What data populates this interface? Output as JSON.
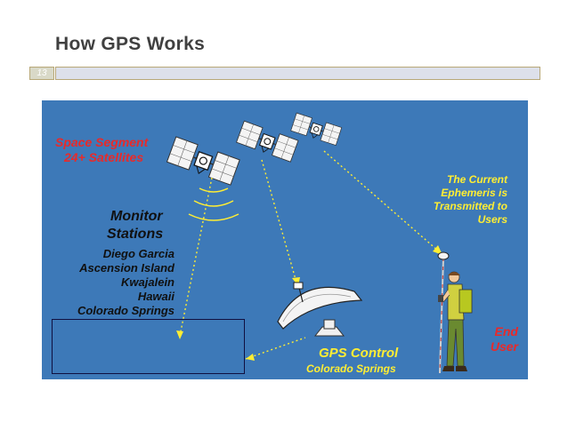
{
  "slide": {
    "title": "How GPS Works",
    "slide_number": "13"
  },
  "diagram": {
    "space_segment": {
      "line1": "Space Segment",
      "line2": "24+ Satellites"
    },
    "monitor_stations": {
      "line1": "Monitor",
      "line2": "Stations",
      "locations": [
        "Diego Garcia",
        "Ascension Island",
        "Kwajalein",
        "Hawaii",
        "Colorado Springs"
      ]
    },
    "ephemeris": {
      "lines": [
        "The Current",
        "Ephemeris is",
        "Transmitted to",
        "Users"
      ]
    },
    "gps_control": {
      "title": "GPS Control",
      "location": "Colorado Springs"
    },
    "end_user": {
      "line1": "End",
      "line2": "User"
    }
  },
  "colors": {
    "panel": "#3d79b8",
    "red_text": "#e82a2a",
    "gold_text": "#ffee33",
    "dark_text": "#101010",
    "title": "#404040"
  },
  "icons": [
    "satellite-icon",
    "satellite-dish-icon",
    "surveyor-person-icon",
    "radio-wave-icon"
  ]
}
